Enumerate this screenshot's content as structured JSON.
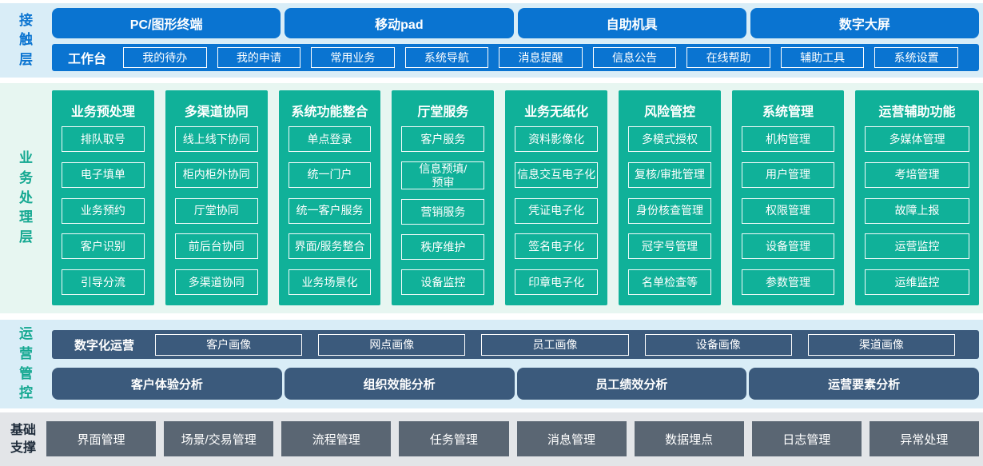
{
  "colors": {
    "blue": "#0a74d1",
    "teal": "#10b199",
    "teal-label": "#14a891",
    "slate": "#3b5a7c",
    "gray": "#5a6673",
    "dark-label": "#1e2b3a",
    "band-blue": "#d9edf7",
    "band-mint": "#e7f6f1",
    "band-gray": "#e3e5e8"
  },
  "contact_layer": {
    "label": "接触层",
    "terminals": [
      "PC/图形终端",
      "移动pad",
      "自助机具",
      "数字大屏"
    ],
    "workbench": {
      "label": "工作台",
      "items": [
        "我的待办",
        "我的申请",
        "常用业务",
        "系统导航",
        "消息提醒",
        "信息公告",
        "在线帮助",
        "辅助工具",
        "系统设置"
      ]
    }
  },
  "business_layer": {
    "label": "业务处理层",
    "columns": [
      {
        "title": "业务预处理",
        "items": [
          "排队取号",
          "电子填单",
          "业务预约",
          "客户识别",
          "引导分流"
        ]
      },
      {
        "title": "多渠道协同",
        "items": [
          "线上线下协同",
          "柜内柜外协同",
          "厅堂协同",
          "前后台协同",
          "多渠道协同"
        ]
      },
      {
        "title": "系统功能整合",
        "items": [
          "单点登录",
          "统一门户",
          "统一客户服务",
          "界面/服务整合",
          "业务场景化"
        ]
      },
      {
        "title": "厅堂服务",
        "items": [
          "客户服务",
          "信息预填/\n预审",
          "营销服务",
          "秩序维护",
          "设备监控"
        ]
      },
      {
        "title": "业务无纸化",
        "items": [
          "资料影像化",
          "信息交互电子化",
          "凭证电子化",
          "签名电子化",
          "印章电子化"
        ]
      },
      {
        "title": "风险管控",
        "items": [
          "多模式授权",
          "复核/审批管理",
          "身份核查管理",
          "冠字号管理",
          "名单检查等"
        ]
      },
      {
        "title": "系统管理",
        "items": [
          "机构管理",
          "用户管理",
          "权限管理",
          "设备管理",
          "参数管理"
        ]
      },
      {
        "title": "运营辅助功能",
        "items": [
          "多媒体管理",
          "考培管理",
          "故障上报",
          "运营监控",
          "运维监控"
        ]
      }
    ]
  },
  "operations_layer": {
    "label": "运营管控",
    "digital_ops": {
      "label": "数字化运营",
      "items": [
        "客户画像",
        "网点画像",
        "员工画像",
        "设备画像",
        "渠道画像"
      ]
    },
    "analyses": [
      "客户体验分析",
      "组织效能分析",
      "员工绩效分析",
      "运营要素分析"
    ]
  },
  "foundation_layer": {
    "label": "基础支撑",
    "items": [
      "界面管理",
      "场景/交易管理",
      "流程管理",
      "任务管理",
      "消息管理",
      "数据埋点",
      "日志管理",
      "异常处理"
    ]
  }
}
